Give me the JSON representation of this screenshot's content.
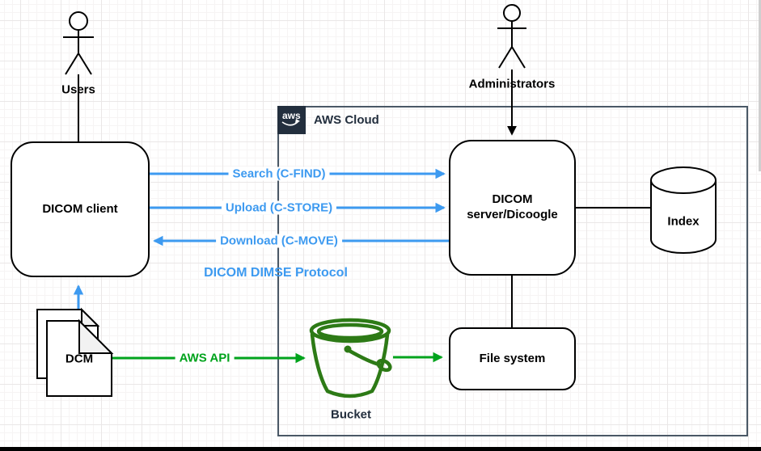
{
  "actors": {
    "users": "Users",
    "administrators": "Administrators"
  },
  "container": {
    "logo_text": "aws",
    "label": "AWS Cloud"
  },
  "nodes": {
    "dicom_client": "DICOM client",
    "dicom_server": "DICOM server/Dicoogle",
    "index": "Index",
    "file_system": "File system",
    "bucket": "Bucket",
    "dcm": "DCM"
  },
  "edges": {
    "search": "Search (C-FIND)",
    "upload": "Upload (C-STORE)",
    "download": "Download (C-MOVE)",
    "protocol": "DICOM DIMSE Protocol",
    "aws_api": "AWS API"
  },
  "colors": {
    "dimse_blue": "#3d9af0",
    "api_green": "#00a31c",
    "bucket_green": "#2d7a16",
    "aws_dark": "#232f3e",
    "container_border": "#4a5866"
  }
}
